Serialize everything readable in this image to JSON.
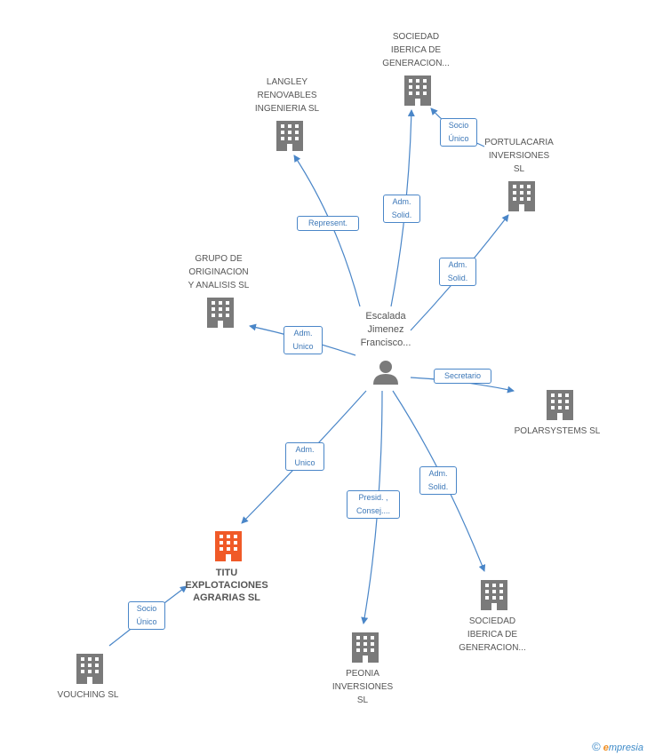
{
  "person": {
    "label": "Escalada\nJimenez\nFrancisco..."
  },
  "nodes": {
    "sociedad_top": "SOCIEDAD\nIBERICA DE\nGENERACION...",
    "langley": "LANGLEY\nRENOVABLES\nINGENIERIA SL",
    "portulacaria": "PORTULACARIA\nINVERSIONES\nSL",
    "grupo": "GRUPO DE\nORIGINACION\nY ANALISIS SL",
    "polarsystems": "POLARSYSTEMS SL",
    "titu": "TITU\nEXPLOTACIONES\nAGRARIAS SL",
    "sociedad_bottom": "SOCIEDAD\nIBERICA DE\nGENERACION...",
    "peonia": "PEONIA\nINVERSIONES\nSL",
    "vouching": "VOUCHING  SL"
  },
  "edges": {
    "represent": "Represent.",
    "adm_solid_top": "Adm.\nSolid.",
    "socio_unico_top": "Socio\nÚnico",
    "adm_solid_right": "Adm.\nSolid.",
    "adm_unico_left": "Adm.\nUnico",
    "secretario": "Secretario",
    "adm_unico_titu": "Adm.\nUnico",
    "presid": "Presid. ,\nConsej....",
    "adm_solid_bottom": "Adm.\nSolid.",
    "socio_unico_bottom": "Socio\nÚnico"
  },
  "colors": {
    "edge": "#4a86c8",
    "building": "#7a7a7a",
    "building_highlight": "#f05a28",
    "person": "#7a7a7a"
  },
  "footer": {
    "copyright": "©",
    "brand_initial": "e",
    "brand_rest": "mpresia"
  }
}
